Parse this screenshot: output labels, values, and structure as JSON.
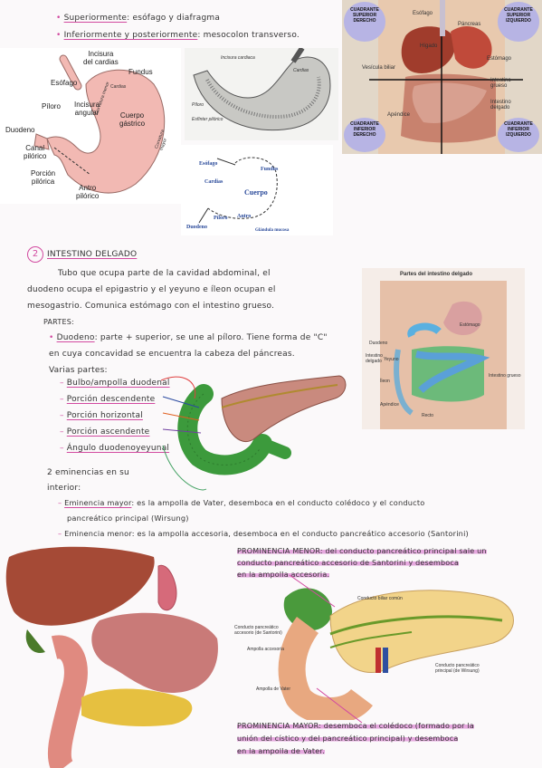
{
  "top_notes": {
    "line1_label": "Superiormente",
    "line1_text": ": esófago y diafragma",
    "line2_label": "Inferiormente y posteriormente",
    "line2_text": ": mesocolon transverso."
  },
  "fig_stomach": {
    "labels": {
      "incisura_cardias": "Incisura\ndel cardias",
      "fundus": "Fundus",
      "esofago": "Esófago",
      "cardias": "Cardias",
      "piloro": "Píloro",
      "incisura_angular": "Incisura\nangular",
      "cuerpo": "Cuerpo\ngástrico",
      "duodeno": "Duodeno",
      "canal": "Canal\npilórico",
      "porcion": "Porción\npilórica",
      "antro": "Antro\npilórico",
      "curv_menor": "Curvatura menor",
      "curv_mayor": "Curvatura mayor"
    }
  },
  "fig_stomach_section": {
    "labels": {
      "a": "Incisura cardiaca",
      "b": "Cardias",
      "c": "Píloro",
      "d": "Esfínter pilórico"
    }
  },
  "fig_abdomen_quadrants": {
    "q1": "CUADRANTE\nSUPERIOR\nDERECHO",
    "q2": "CUADRANTE\nSUPERIOR\nIZQUIERDO",
    "q3": "CUADRANTE\nINFERIOR\nDERECHO",
    "q4": "CUADRANTE\nINFERIOR\nIZQUIERDO",
    "esofago": "Esófago",
    "pancreas": "Páncreas",
    "higado": "Hígado",
    "estomago": "Estómago",
    "vesicula": "Vesícula biliar",
    "intestino_grueso": "Intestino\ngrueso",
    "intestino_delgado": "Intestino\ndelgado",
    "apendice": "Apéndice"
  },
  "fig_stomach_schema": {
    "esofago": "Esófago",
    "cardias": "Cardias",
    "fundus": "Fundus",
    "cuerpo": "Cuerpo",
    "piloro": "Píloro",
    "antro": "Antro",
    "duodeno": "Duodeno",
    "glandulas": "Glándula mucosa"
  },
  "section2": {
    "number": "2",
    "title": "INTESTINO DELGADO",
    "p1": "Tubo que ocupa parte de la cavidad abdominal, el",
    "p2": "duodeno ocupa el epigastrio y el yeyuno e íleon ocupan el",
    "p3": "mesogastrio. Comunica estómago con el intestino grueso.",
    "partes": "PARTES:",
    "duodeno_label": "Duodeno",
    "duodeno_text1": ": parte + superior, se une al píloro. Tiene forma de \"C\"",
    "duodeno_text2": "en cuya concavidad se encuentra la cabeza del páncreas.",
    "varias": "Varias partes:",
    "parts": [
      "Bulbo/ampolla duodenal",
      "Porción descendente",
      "Porción horizontal",
      "Porción ascendente",
      "Ángulo duodenoyeyunal"
    ],
    "eminencias1": "2 eminencias en su",
    "eminencias2": "interior:",
    "em_mayor_label": "Eminencia mayor",
    "em_mayor_text1": ": es la ampolla de Vater, desemboca en el conducto colédoco y el conducto",
    "em_mayor_text2": "pancreático principal (Wirsung)",
    "em_menor_label": "Eminencia menor",
    "em_menor_text": ": es la ampolla accesoria, desemboca en el conducto pancreático accesorio (Santorini)"
  },
  "fig_intestine": {
    "title": "Partes del intestino delgado",
    "estomago": "Estómago",
    "duodeno": "Duodeno",
    "intestino_delgado": "Intestino\ndelgado",
    "yeyuno": "Yeyuno",
    "ileon": "Íleon",
    "intestino_grueso": "Intestino grueso",
    "apendice": "Apéndice",
    "recto": "Recto"
  },
  "fig_pancreas2": {
    "colédoco": "Conducto biliar común",
    "santorini": "Conducto pancreático\naccesorio (de Santorini)",
    "ampolla_acc": "Ampolla accesoria",
    "wirsung": "Conducto pancreático\nprincipal (de Wirsung)",
    "vater": "Ampolla de Vater"
  },
  "notes_bottom": {
    "prom_menor1": "PROMINENCIA MENOR: del conducto pancreático principal sale un",
    "prom_menor2": "conducto pancreático accesorio de Santorini y desemboca",
    "prom_menor3": "en la ampolla accesoria.",
    "prom_mayor1": "PROMINENCIA MAYOR: desemboca el colédoco (formado por la",
    "prom_mayor2": "unión del cístico y del pancreático principal) y desemboca",
    "prom_mayor3": "en la ampolla de Vater."
  },
  "colors": {
    "highlight": "#e6a8df",
    "pink_ink": "#d24aa0",
    "stomach_fill": "#f2b9b3",
    "quadrant": "#b7b4e4"
  }
}
